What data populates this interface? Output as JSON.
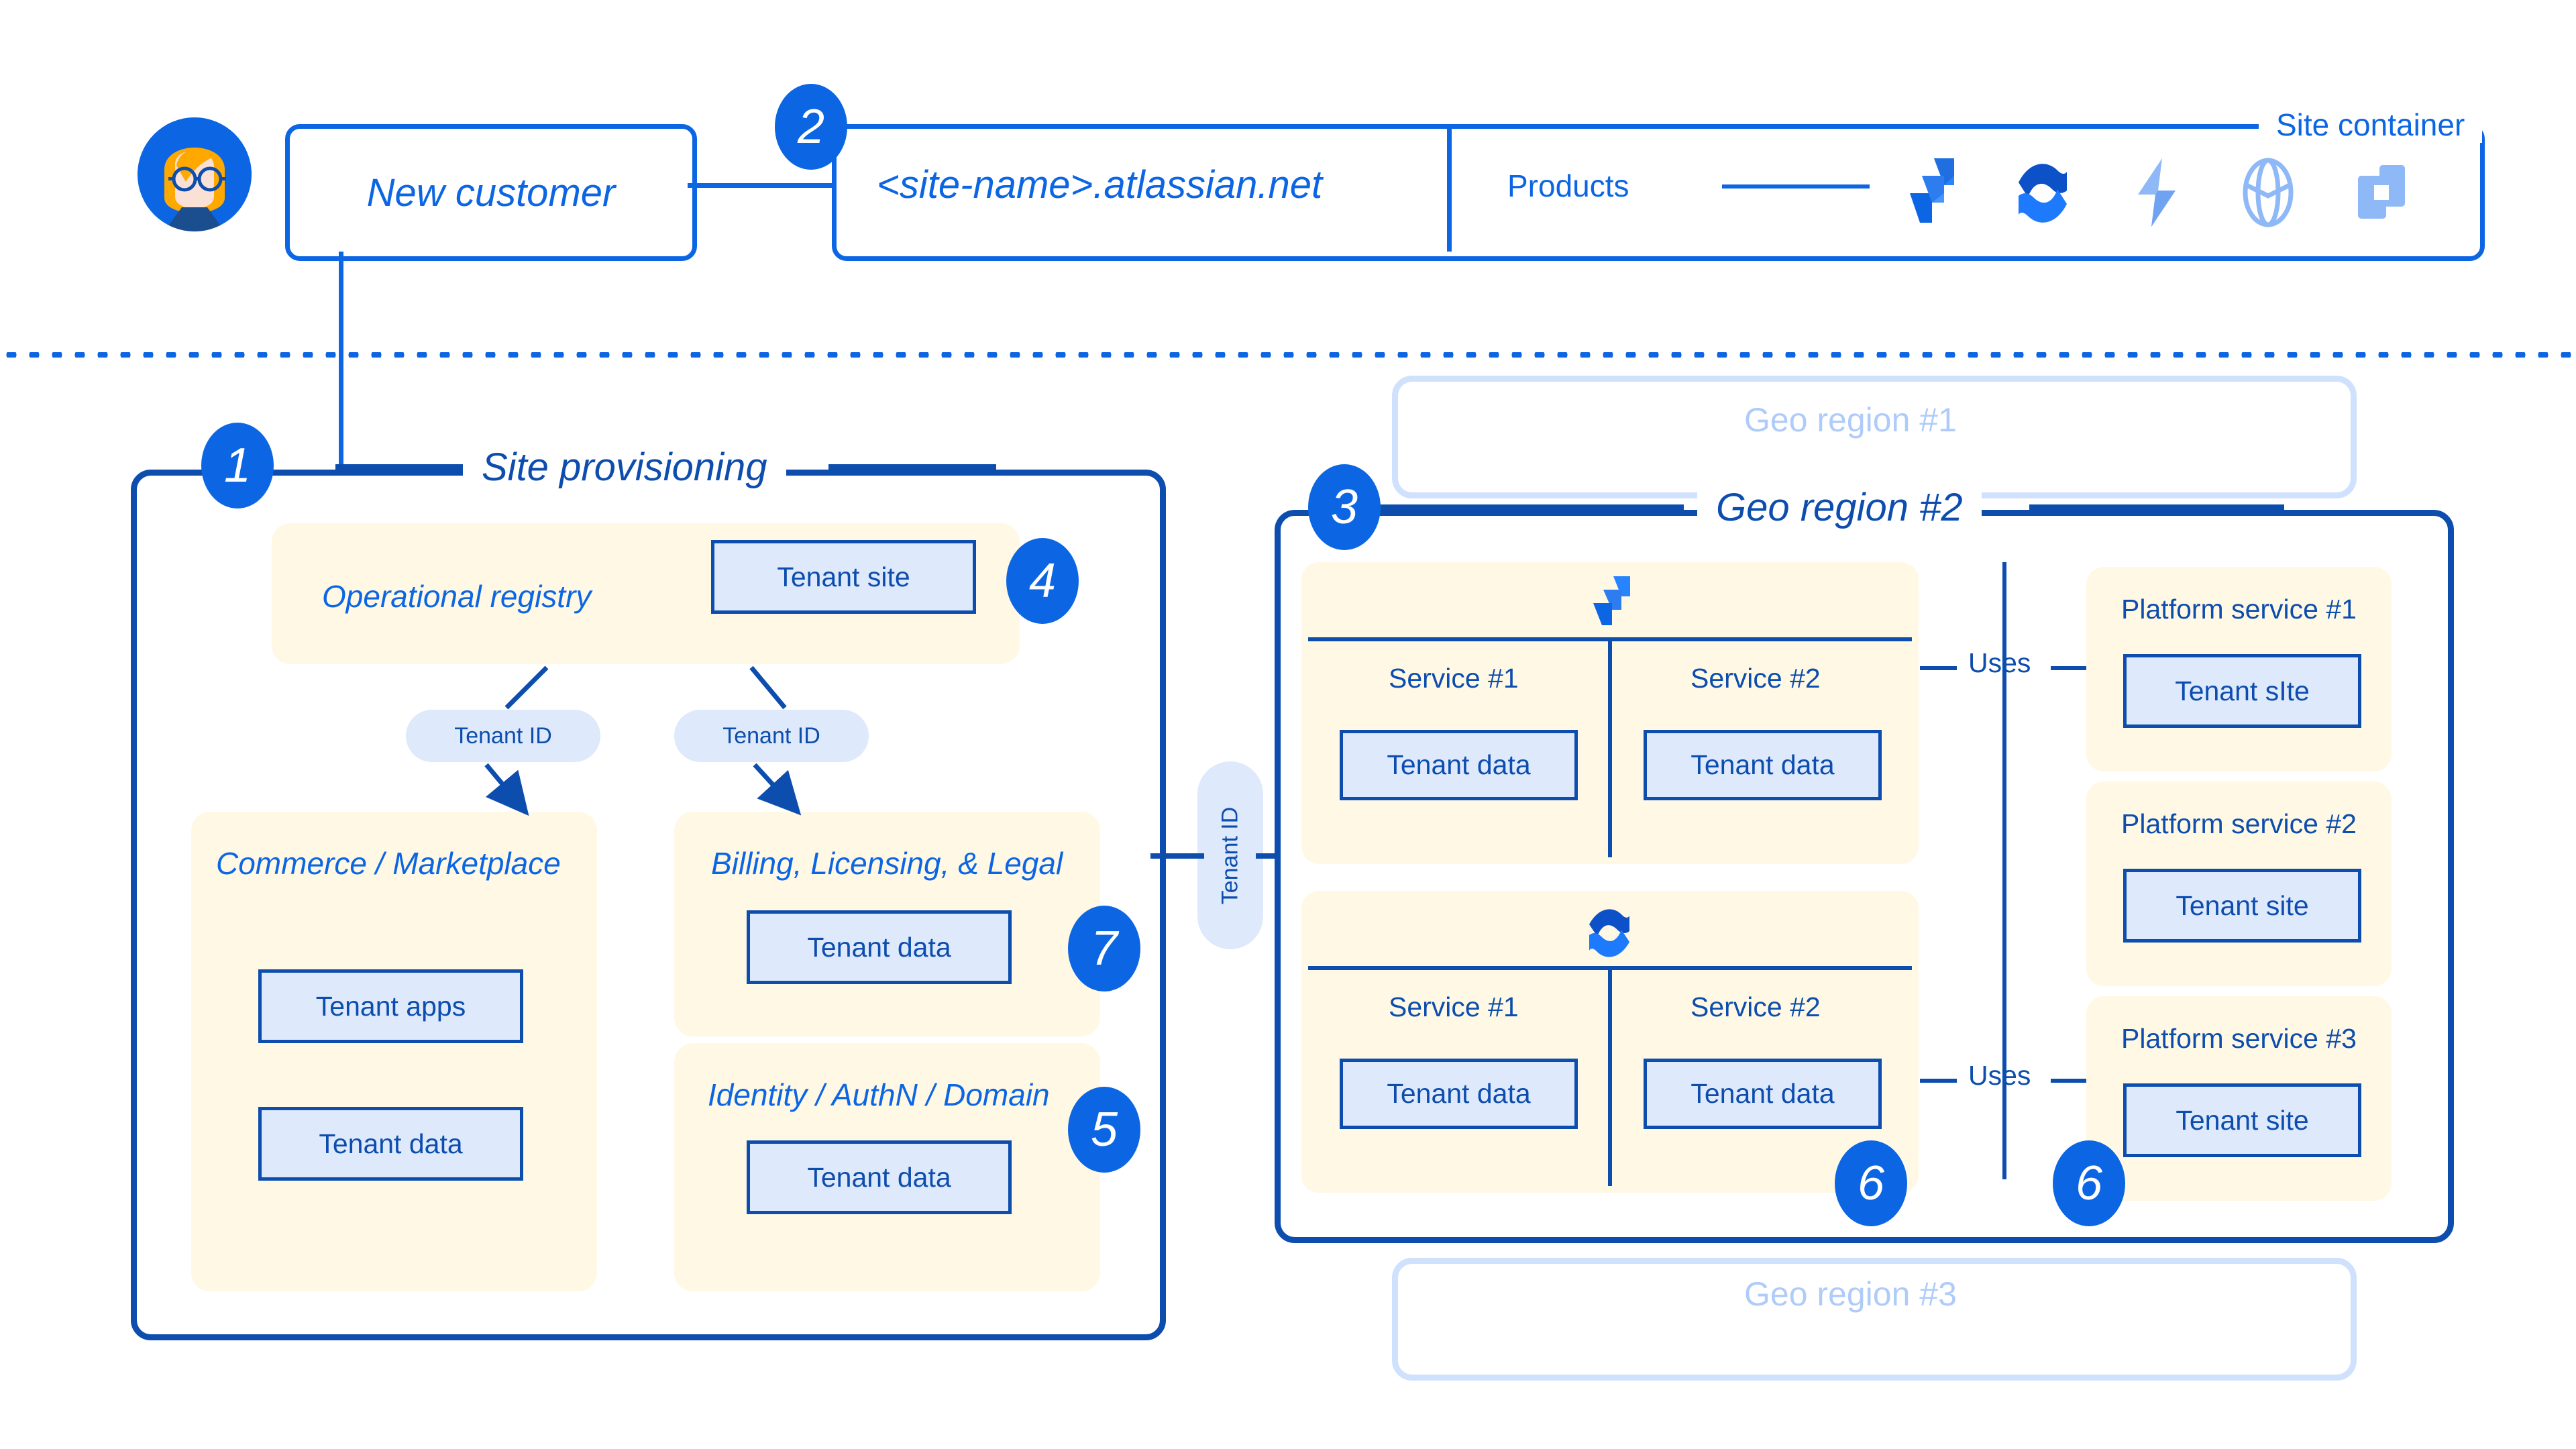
{
  "theme": {
    "brand_blue": "#0C66E4",
    "deep_blue": "#0C4DAE",
    "cream": "#FFF8E5",
    "light_blue_fill": "#DEE9FC",
    "ghost_blue": "#AFCBFA"
  },
  "top": {
    "customer_label": "New customer",
    "site_name": "<site-name>.atlassian.net",
    "site_container_caption": "Site container",
    "products_label": "Products",
    "product_icons": [
      {
        "name": "jira-icon",
        "label": "Jira"
      },
      {
        "name": "confluence-icon",
        "label": "Confluence"
      },
      {
        "name": "jira-service-management-icon",
        "label": "Jira Service Management"
      },
      {
        "name": "compass-icon",
        "label": "Compass"
      },
      {
        "name": "atlas-icon",
        "label": "Atlas"
      }
    ]
  },
  "badges": {
    "one": "1",
    "two": "2",
    "three": "3",
    "four": "4",
    "five": "5",
    "six_a": "6",
    "six_b": "6",
    "seven": "7"
  },
  "provisioning": {
    "caption": "Site provisioning",
    "registry": {
      "title": "Operational registry",
      "chip": "Tenant site"
    },
    "tenant_id_left": "Tenant ID",
    "tenant_id_right": "Tenant ID",
    "commerce": {
      "title": "Commerce / Marketplace",
      "chips": [
        "Tenant apps",
        "Tenant data"
      ]
    },
    "billing": {
      "title": "Billing, Licensing, & Legal",
      "chips": [
        "Tenant data"
      ]
    },
    "identity": {
      "title": "Identity / AuthN / Domain",
      "chips": [
        "Tenant data"
      ]
    }
  },
  "connector": {
    "tenant_id_vertical": "Tenant ID"
  },
  "regions": {
    "geo1_caption": "Geo region #1",
    "geo2_caption": "Geo region #2",
    "geo3_caption": "Geo region #3",
    "product_blocks": [
      {
        "icon": "jira-icon",
        "services": [
          {
            "name": "Service #1",
            "chip": "Tenant data"
          },
          {
            "name": "Service #2",
            "chip": "Tenant data"
          }
        ]
      },
      {
        "icon": "confluence-icon",
        "services": [
          {
            "name": "Service #1",
            "chip": "Tenant data"
          },
          {
            "name": "Service #2",
            "chip": "Tenant data"
          }
        ]
      }
    ],
    "uses_label_top": "Uses",
    "uses_label_bottom": "Uses",
    "platform_services": [
      {
        "title": "Platform service #1",
        "chip": "Tenant sIte"
      },
      {
        "title": "Platform service #2",
        "chip": "Tenant site"
      },
      {
        "title": "Platform service #3",
        "chip": "Tenant site"
      }
    ]
  }
}
